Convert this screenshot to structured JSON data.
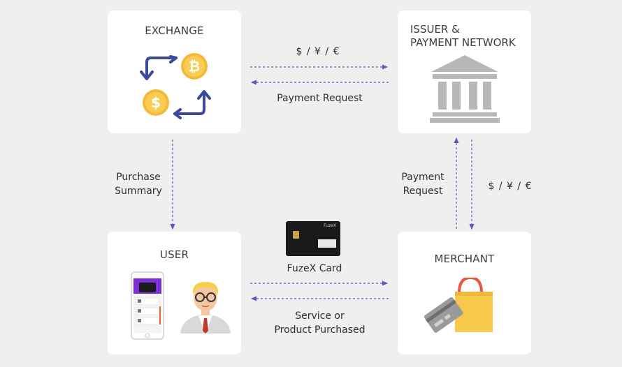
{
  "nodes": {
    "exchange": {
      "title": "EXCHANGE"
    },
    "issuer": {
      "title_line1": "ISSUER &",
      "title_line2": "PAYMENT NETWORK"
    },
    "user": {
      "title": "USER"
    },
    "merchant": {
      "title": "MERCHANT"
    }
  },
  "edges": {
    "exchange_to_issuer": "$ / ¥ / €",
    "issuer_to_exchange": "Payment Request",
    "exchange_to_user_line1": "Purchase",
    "exchange_to_user_line2": "Summary",
    "merchant_to_issuer_line1": "Payment",
    "merchant_to_issuer_line2": "Request",
    "issuer_to_merchant": "$ / ¥ / €",
    "user_to_merchant": "FuzeX Card",
    "merchant_to_user_line1": "Service or",
    "merchant_to_user_line2": "Product Purchased"
  },
  "card_brand": "FuzeX",
  "colors": {
    "arrow": "#6a4fc0",
    "coin": "#f5b93a",
    "bank": "#b8b8b8",
    "bag": "#f7c94b",
    "phone_screen": "#7b2fd6"
  }
}
